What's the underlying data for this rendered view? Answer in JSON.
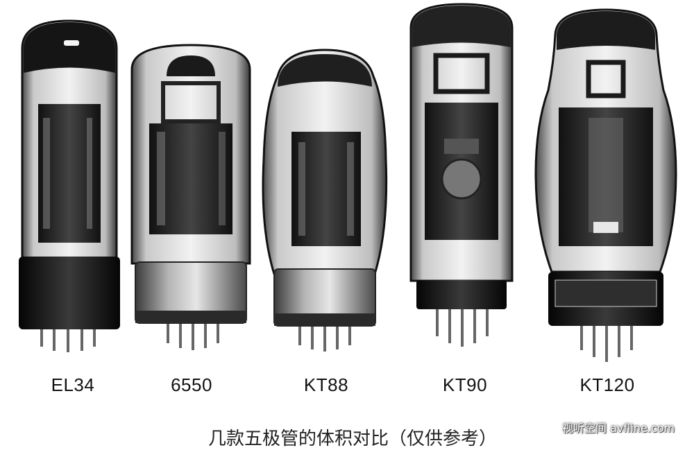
{
  "tubes": [
    {
      "id": "el34",
      "label": "EL34"
    },
    {
      "id": "6550",
      "label": "6550"
    },
    {
      "id": "kt88",
      "label": "KT88"
    },
    {
      "id": "kt90",
      "label": "KT90"
    },
    {
      "id": "kt120",
      "label": "KT120"
    }
  ],
  "caption": "几款五极管的体积对比（仅供参考）",
  "watermark": "视听空间 avfline.com",
  "colors": {
    "background": "#ffffff",
    "glass": "#d9d9d9",
    "dark": "#141414",
    "base_metal": "#8a8a8a"
  }
}
